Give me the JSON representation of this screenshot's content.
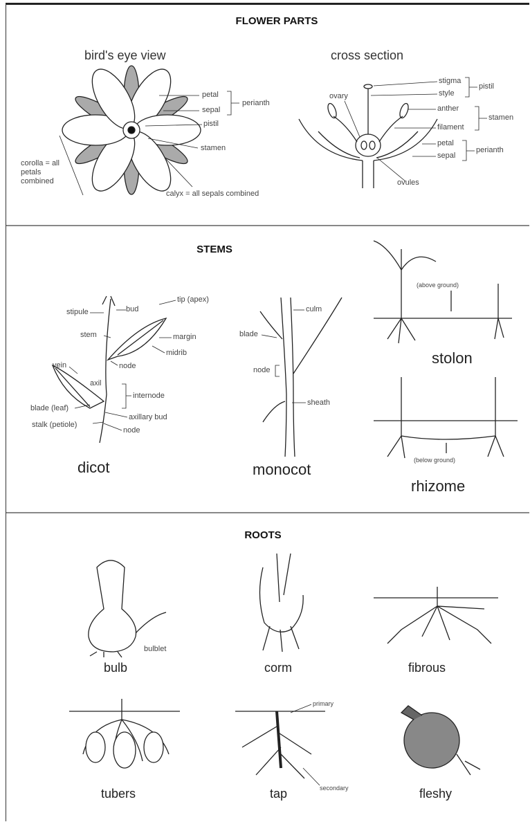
{
  "flower": {
    "title": "FLOWER PARTS",
    "birds_eye": {
      "heading": "bird's eye view",
      "petal": "petal",
      "sepal": "sepal",
      "perianth": "perianth",
      "pistil": "pistil",
      "stamen": "stamen",
      "corolla": "corolla = all petals combined",
      "calyx": "calyx = all sepals combined"
    },
    "cross": {
      "heading": "cross section",
      "stigma": "stigma",
      "style": "style",
      "pistil": "pistil",
      "anther": "anther",
      "stamen": "stamen",
      "filament": "filament",
      "petal": "petal",
      "sepal": "sepal",
      "perianth": "perianth",
      "ovary": "ovary",
      "ovules": "ovules"
    }
  },
  "stems": {
    "title": "STEMS",
    "dicot": {
      "name": "dicot",
      "stipule": "stipule",
      "bud": "bud",
      "tip": "tip (apex)",
      "stem": "stem",
      "margin": "margin",
      "midrib": "midrib",
      "node": "node",
      "vein": "vein",
      "axil": "axil",
      "internode": "internode",
      "blade": "blade (leaf)",
      "axillary_bud": "axillary bud",
      "stalk": "stalk (petiole)",
      "node2": "node"
    },
    "monocot": {
      "name": "monocot",
      "culm": "culm",
      "blade": "blade",
      "node": "node",
      "sheath": "sheath"
    },
    "stolon": {
      "name": "stolon",
      "note": "(above ground)"
    },
    "rhizome": {
      "name": "rhizome",
      "note": "(below ground)"
    }
  },
  "roots": {
    "title": "ROOTS",
    "bulb": "bulb",
    "bulblet": "bulblet",
    "corm": "corm",
    "fibrous": "fibrous",
    "tubers": "tubers",
    "tap": "tap",
    "primary": "primary",
    "secondary": "secondary",
    "fleshy": "fleshy"
  }
}
